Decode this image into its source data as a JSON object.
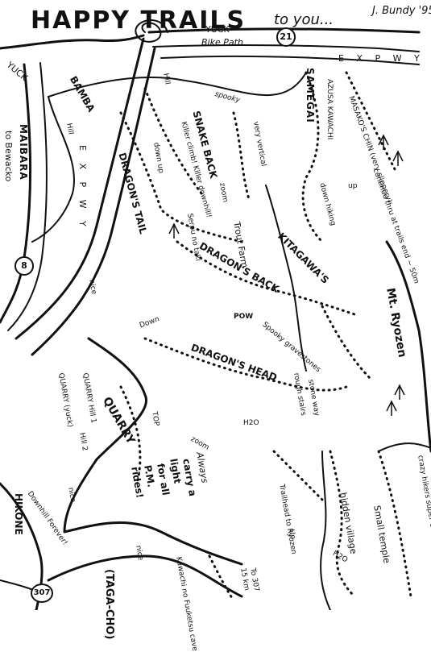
{
  "header": {
    "title": "HAPPY TRAILS",
    "subtitle": "to you...",
    "signature": "J. Bundy '95"
  },
  "roads": {
    "yuck_top": "YUCK",
    "bike_path": "Bike Path",
    "yuck_left": "YUCK",
    "route_21": "21",
    "route_8": "8",
    "route_307": "307",
    "express": "E X P W Y",
    "express_top": "E X P W Y"
  },
  "places": {
    "bamba": "BAMBA",
    "maibara": "MAIBARA",
    "to_bewacko": "to Bewacko",
    "hikone": "HIKONE",
    "taga_cho": "(TAGA-CHO)",
    "samegai": "SAMEGAI",
    "azusa_kawachi": "AZUSA KAWACHI",
    "mt_ryozen": "Mt. Ryozen",
    "trout_farm": "Trout Farm",
    "kitagawa": "KITAGAWA'S",
    "hidden_village": "hidden village",
    "small_temple": "Small temple",
    "kawachi_cave": "Kawachi no Fuuketsu cave"
  },
  "trails": {
    "snake_back": "SNAKE BACK",
    "killer": "Killer climb! Killer downhill!",
    "dragons_tail": "DRAGON'S TAIL",
    "dragons_back": "DRAGON'S BACK",
    "dragons_head": "DRAGON'S HEAD",
    "serpu": "Serpu no taki",
    "spooky": "spooky",
    "very_vertical": "very vertical",
    "zoom": "zoom",
    "down_up": "down up",
    "masakos_chin": "MASAKO'S CHIN (very slippery)",
    "continue": "continue thru at trails end ~ 50m",
    "down_hiking": "down hiking",
    "up": "up",
    "pow": "POW",
    "spooky_gravestones": "Spooky gravestones",
    "rough_stairs": "rough stairs",
    "quarry": "QUARRY",
    "quarry_hill_1": "QUARRY Hill 1",
    "quarry_hill_2": "Hill 2",
    "quarry_yuck": "QUARRY (yuck)",
    "top": "TOP",
    "down": "Down",
    "h2o": "H2O",
    "h2o_2": "H2O",
    "nice1": "nice",
    "nice2": "nice",
    "nice3": "nice",
    "downhill_forever": "Downhill Forever!",
    "trailhead": "Trailhead to Ryozen",
    "up_arrow": "Up",
    "crazy_hikers": "crazy hikers super challenge",
    "to_307": "To 307",
    "km": "15 km",
    "hill": "Hill",
    "hill2": "Hill",
    "zoom2": "zoom",
    "stoneway": "stone way"
  },
  "note": {
    "line1": "Always",
    "line2": "carry a",
    "line3": "light",
    "line4": "for all",
    "line5": "P.M.",
    "line6": "rides!"
  }
}
